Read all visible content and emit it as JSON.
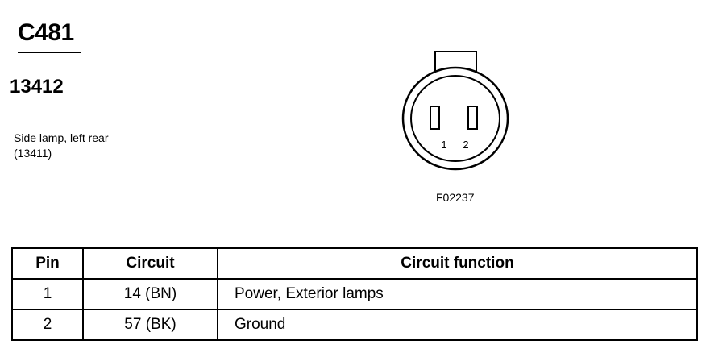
{
  "connector": {
    "id": "C481",
    "part_number": "13412",
    "description_line1": "Side lamp, left rear",
    "description_line2": "(13411)"
  },
  "diagram": {
    "pin_labels": [
      "1",
      "2"
    ],
    "figure_code": "F02237"
  },
  "table": {
    "headers": [
      "Pin",
      "Circuit",
      "Circuit function"
    ],
    "rows": [
      {
        "pin": "1",
        "circuit": "14 (BN)",
        "function": "Power, Exterior lamps"
      },
      {
        "pin": "2",
        "circuit": "57 (BK)",
        "function": "Ground"
      }
    ]
  }
}
